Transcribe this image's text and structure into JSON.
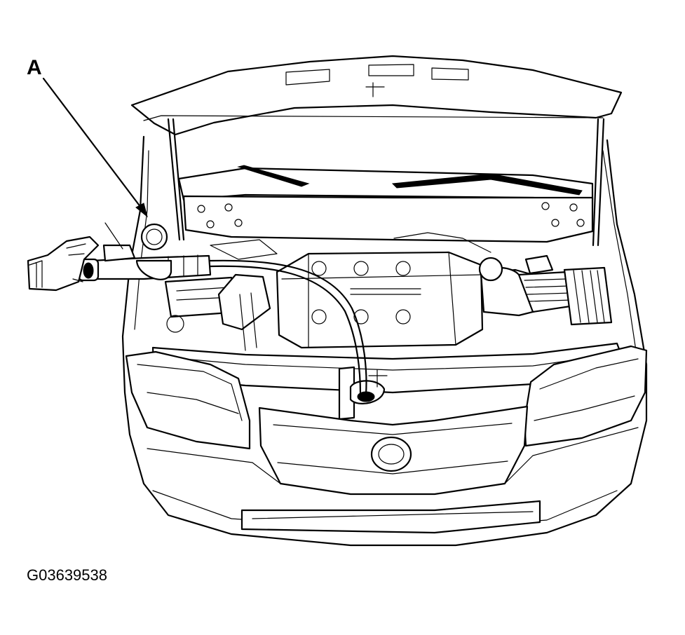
{
  "callout": {
    "label": "A"
  },
  "figure": {
    "id": "G03639538"
  },
  "colors": {
    "line": "#000000",
    "background": "#ffffff"
  },
  "icons": [
    "car-front-outline",
    "open-hood",
    "engine",
    "radiator-cap-tester",
    "hand",
    "hose"
  ]
}
